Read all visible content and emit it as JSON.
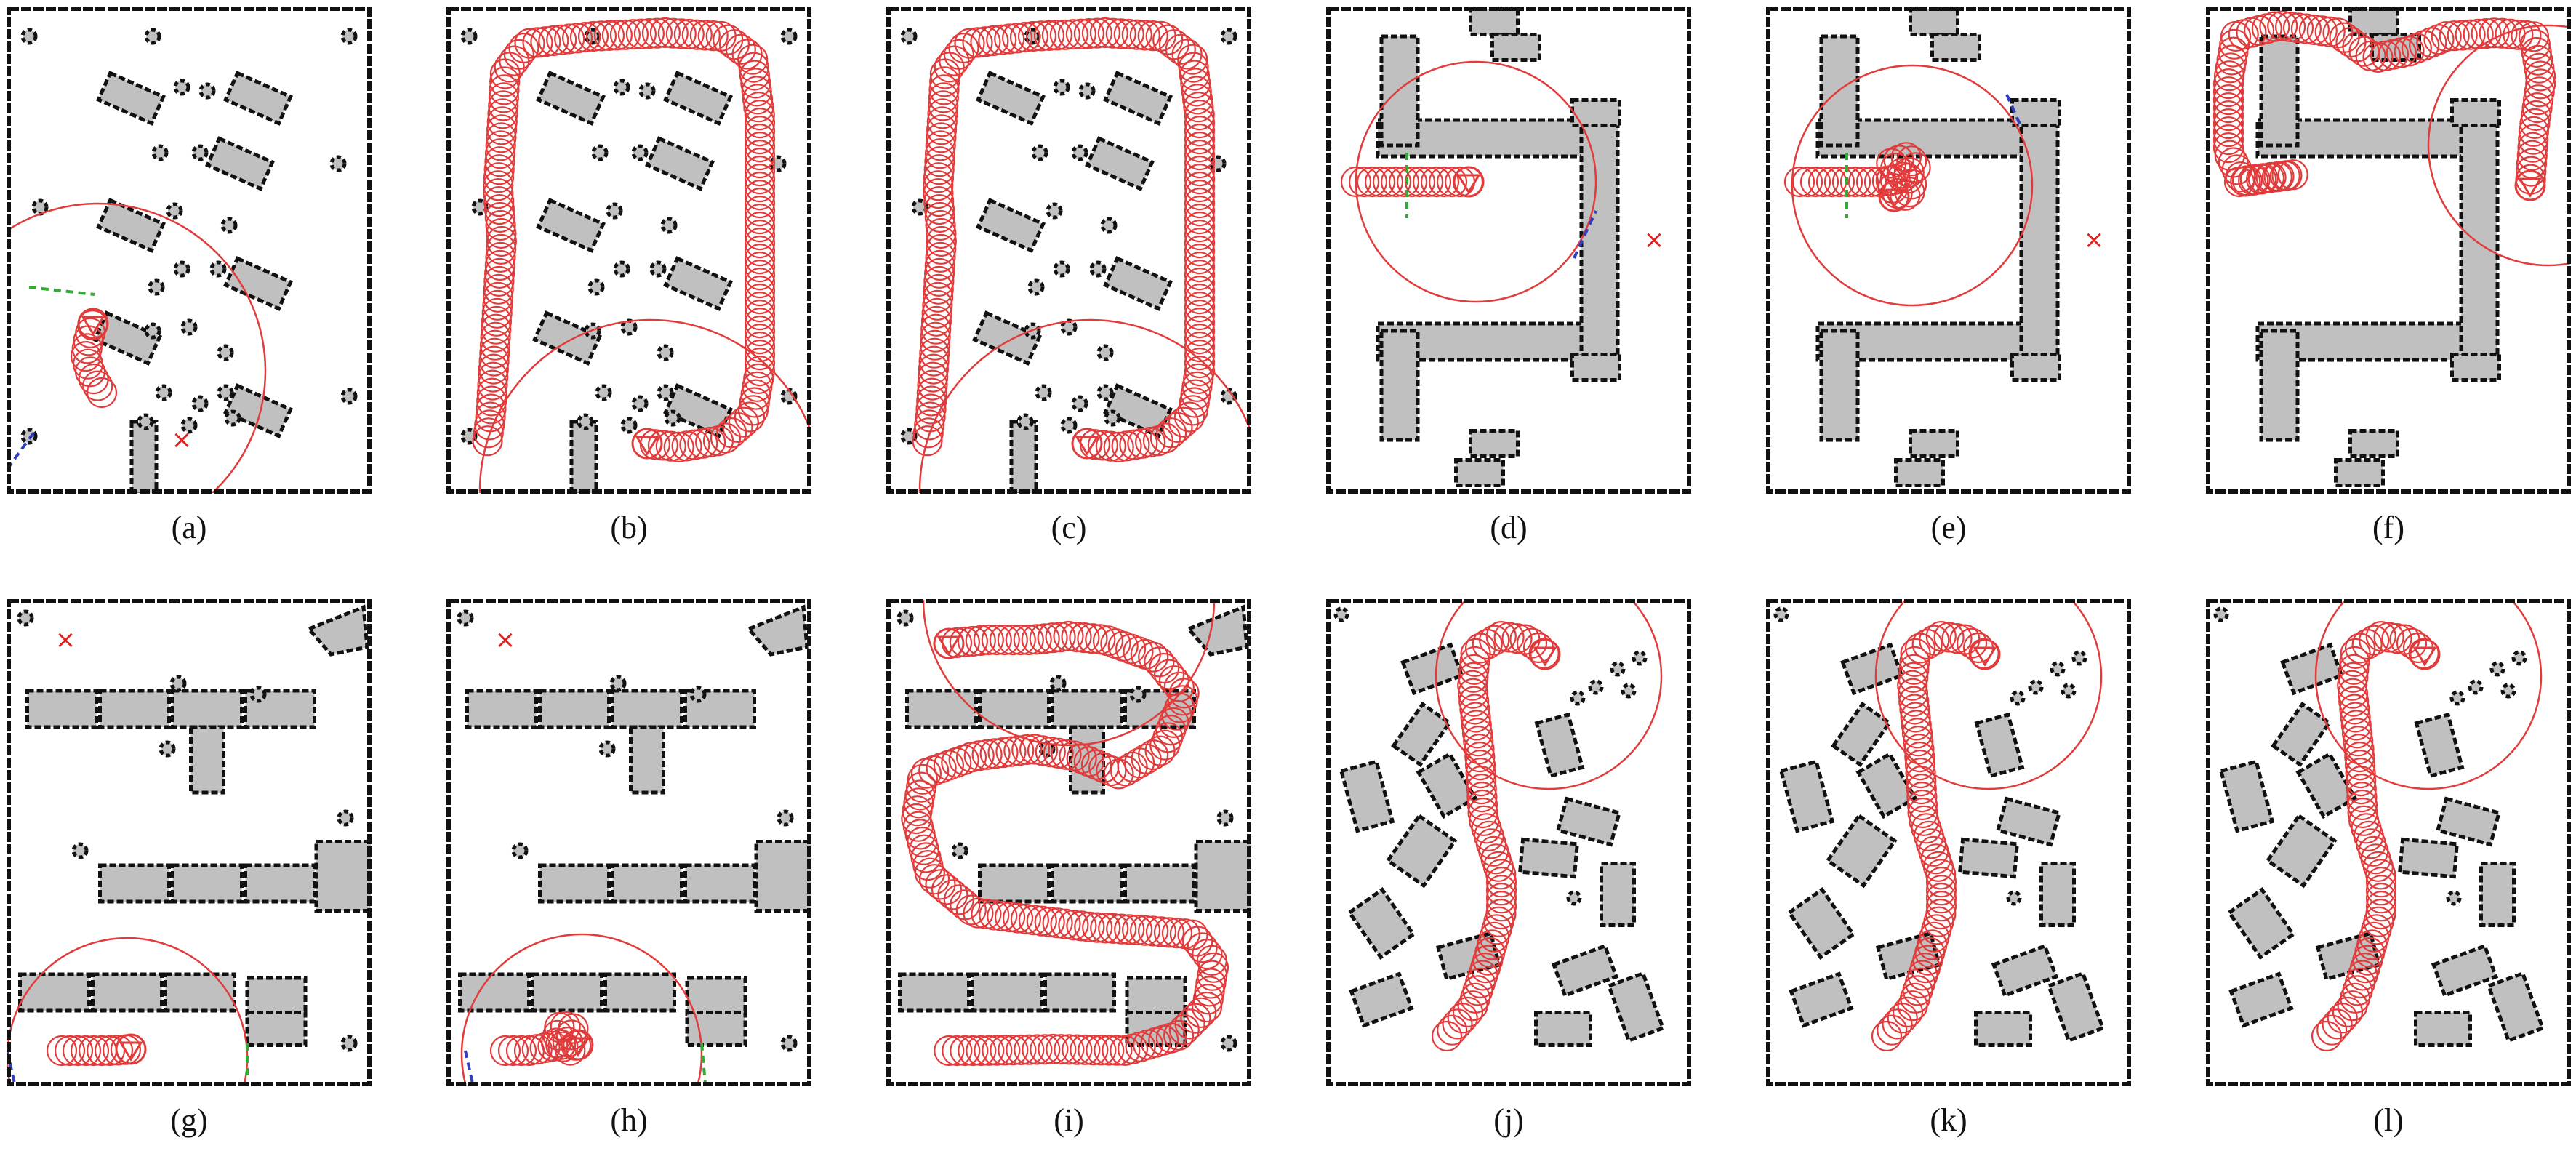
{
  "figure": {
    "panels": [
      {
        "label": "(a)",
        "map": "mapA",
        "path": "a",
        "range": "a",
        "goal": true
      },
      {
        "label": "(b)",
        "map": "mapA",
        "path": "b",
        "range": "b",
        "goal": false
      },
      {
        "label": "(c)",
        "map": "mapA",
        "path": "b",
        "range": "b",
        "goal": false
      },
      {
        "label": "(d)",
        "map": "mapB",
        "path": "d",
        "range": "d",
        "goal": true
      },
      {
        "label": "(e)",
        "map": "mapB",
        "path": "e",
        "range": "e",
        "goal": true
      },
      {
        "label": "(f)",
        "map": "mapB",
        "path": "f",
        "range": "f",
        "goal": false
      },
      {
        "label": "(g)",
        "map": "mapC",
        "path": "g",
        "range": "g",
        "goal": true
      },
      {
        "label": "(h)",
        "map": "mapC",
        "path": "h",
        "range": "h",
        "goal": true
      },
      {
        "label": "(i)",
        "map": "mapC",
        "path": "i",
        "range": "i",
        "goal": false
      },
      {
        "label": "(j)",
        "map": "mapD",
        "path": "j",
        "range": "j",
        "goal": false
      },
      {
        "label": "(k)",
        "map": "mapD",
        "path": "j",
        "range": "j",
        "goal": false
      },
      {
        "label": "(l)",
        "map": "mapD",
        "path": "j",
        "range": "j",
        "goal": false
      }
    ],
    "colors": {
      "trajectory": "#e23b3b",
      "obstacle": "#c0c0c0",
      "obstacle_edge": "#111111",
      "frame": "#111111",
      "goal_marker": "#e0201f",
      "frontier_green": "#33aa33",
      "frontier_blue": "#2f3fbf"
    },
    "goal_symbol": "×"
  }
}
